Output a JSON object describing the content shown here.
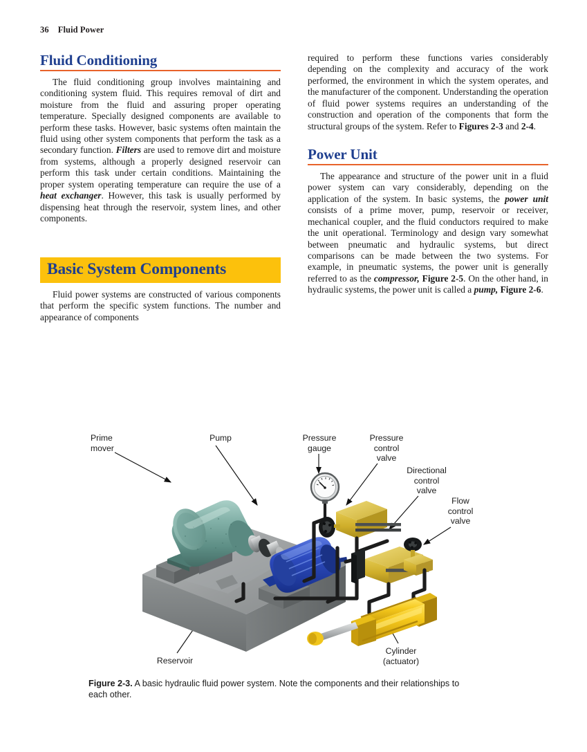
{
  "running_head": {
    "page_number": "36",
    "book_title": "Fluid Power"
  },
  "left_column": {
    "heading": "Fluid Conditioning",
    "paragraph_1_part1": "The fluid conditioning group involves maintaining and conditioning system fluid. This requires removal of dirt and moisture from the fluid and assuring proper operating temperature. Specially designed components are available to perform these tasks. However, basic systems often maintain the fluid using other system components that perform the task as a secondary function. ",
    "emphasis_filters": "Filters",
    "paragraph_1_part2": " are used to remove dirt and moisture from systems, although a properly designed reservoir can perform this task under certain conditions. Maintaining the proper system operating temperature can require the use of a ",
    "emphasis_heat_exchanger": "heat exchanger",
    "paragraph_1_part3": ". However, this task is usually performed by dispensing heat through the reservoir, system lines, and other components.",
    "banner_heading": "Basic System Components",
    "banner_paragraph": "Fluid power systems are constructed of various components that perform the specific system functions. The number and appearance of components"
  },
  "right_column": {
    "paragraph_continued_part1": "required to perform these functions varies considerably depending on the complexity and accuracy of the work performed, the environment in which the system operates, and the manufacturer of the component. Understanding the operation of fluid power systems requires an understanding of the construction and operation of the components that form the structural groups of the system. Refer to ",
    "figure_ref_2_3": "Figures 2-3",
    "paragraph_continued_part2": " and ",
    "figure_ref_2_4": "2-4",
    "paragraph_continued_part3": ".",
    "heading": "Power Unit",
    "paragraph_power_part1": "The appearance and structure of the power unit in a fluid power system can vary considerably, depending on the application of the system. In basic systems, the ",
    "emphasis_power_unit": "power unit",
    "paragraph_power_part2": " consists of a prime mover, pump, reservoir or receiver, mechanical coupler, and the fluid conductors required to make the unit operational. Terminology and design vary somewhat between pneumatic and hydraulic systems, but direct comparisons can be made between the two systems. For example, in pneumatic systems, the power unit is generally referred to as the ",
    "emphasis_compressor": "compressor,",
    "paragraph_power_part3": " ",
    "figure_ref_2_5": "Figure 2-5",
    "paragraph_power_part4": ". On the other hand, in hydraulic systems, the power unit is called a ",
    "emphasis_pump": "pump,",
    "paragraph_power_part5": " ",
    "figure_ref_2_6": "Figure 2-6",
    "paragraph_power_part6": "."
  },
  "figure": {
    "labels": {
      "prime_mover": "Prime\nmover",
      "pump": "Pump",
      "pressure_gauge": "Pressure\ngauge",
      "pressure_control_valve": "Pressure\ncontrol\nvalve",
      "directional_control_valve": "Directional\ncontrol\nvalve",
      "flow_control_valve": "Flow\ncontrol\nvalve",
      "reservoir": "Reservoir",
      "cylinder_actuator": "Cylinder\n(actuator)"
    },
    "caption_label": "Figure 2-3.",
    "caption_text": " A basic hydraulic fluid power system. Note the components and their relationships to each other."
  },
  "colors": {
    "heading_blue": "#1f3f8f",
    "rule_orange": "#e8622a",
    "banner_yellow": "#fcc10c",
    "body_text": "#1a1a1a",
    "reservoir_gray": "#8c8f90",
    "motor_teal": "#6f9f97",
    "pump_blue": "#2a49b4",
    "valve_yellow": "#d4b02a",
    "cylinder_yellow": "#f2c419",
    "pipe_black": "#1a1a1a"
  }
}
